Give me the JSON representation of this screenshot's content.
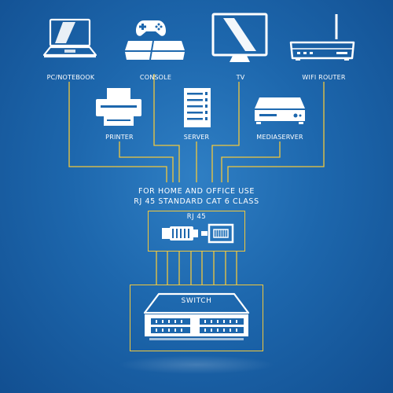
{
  "devices": {
    "pc": "PC/NOTEBOOK",
    "console": "CONSOLE",
    "tv": "TV",
    "router": "WIFI ROUTER",
    "printer": "PRINTER",
    "server": "SERVER",
    "mediaserver": "MEDIASERVER"
  },
  "caption": {
    "line1": "FOR HOME AND OFFICE USE",
    "line2": "RJ 45 STANDARD CAT 6 CLASS"
  },
  "rj45": {
    "title": "RJ 45"
  },
  "switch": {
    "title": "SWITCH"
  },
  "colors": {
    "background": "#1d67ad",
    "wire": "#f2c83c",
    "icon": "#ffffff"
  }
}
